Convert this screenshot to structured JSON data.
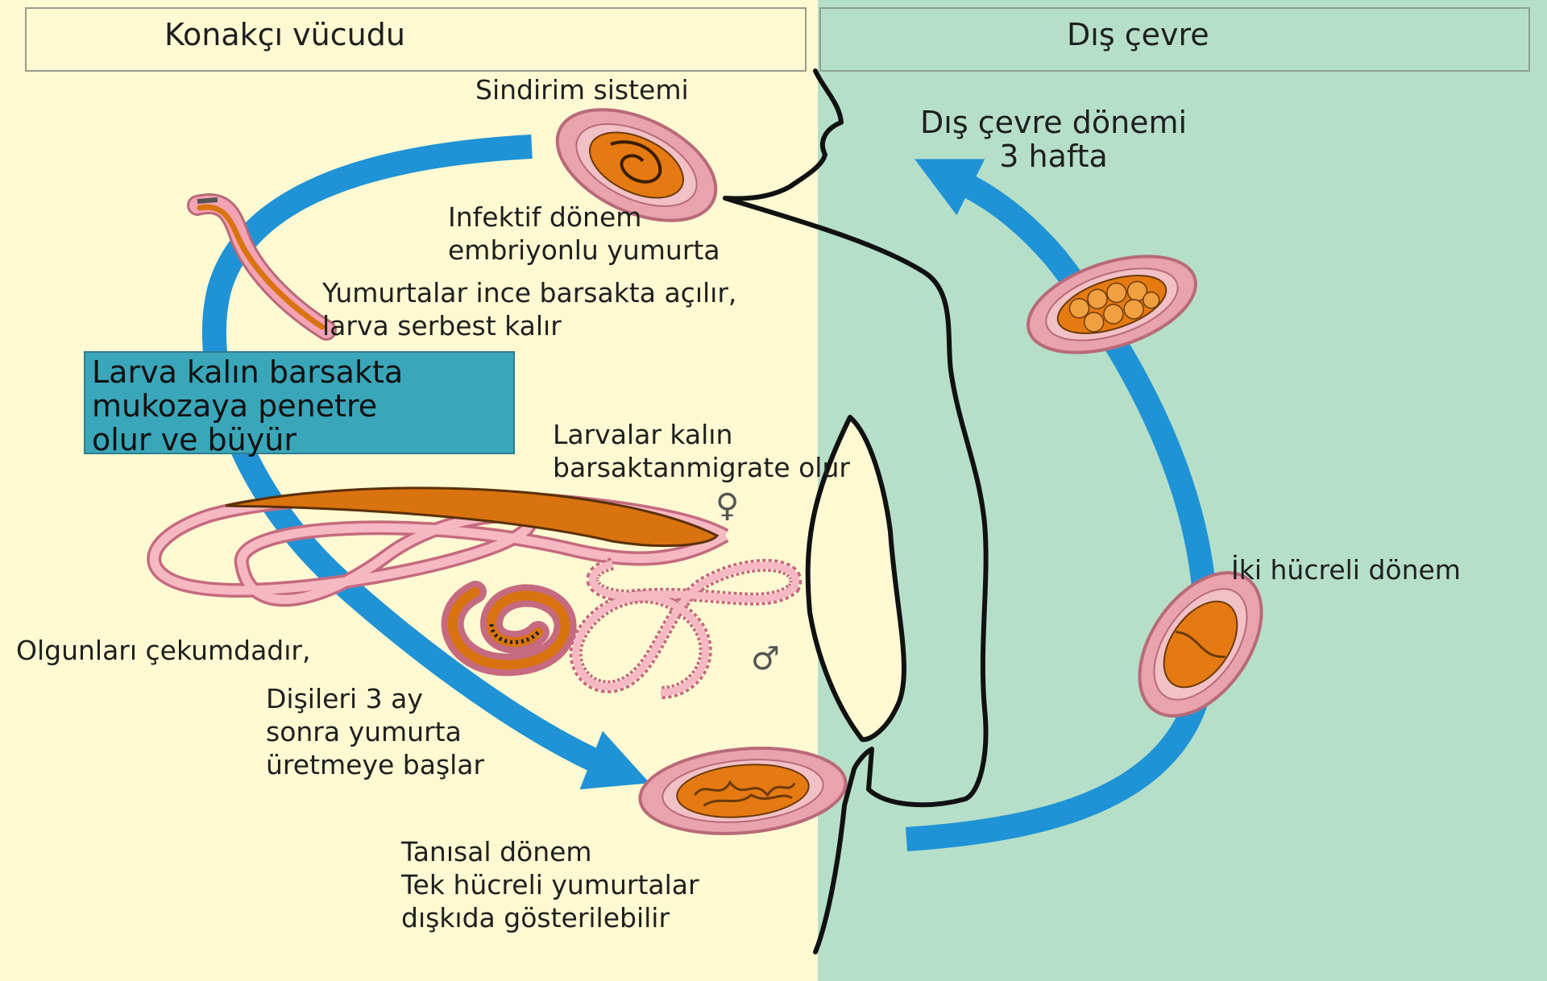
{
  "header": {
    "host_body": "Konakçı vücudu",
    "environment": "Dış çevre"
  },
  "labels": {
    "digestive_system": "Sindirim sistemi",
    "infective_stage": "Infektif dönem\nembriyonlu yumurta",
    "eggs_hatch": "Yumurtalar ince barsakta açılır,\nlarva serbest kalır",
    "larva_penetrate": "Larva kalın barsakta\nmukozaya penetre\nolur ve büyür",
    "larvae_migrate": "Larvalar kalın\nbarsaktanmigrate olur",
    "adults_cecum": "Olgunları çekumdadır,",
    "females_produce": "Dişileri 3 ay\nsonra yumurta\nüretmeye başlar",
    "diagnostic_stage": "Tanısal dönem\nTek hücreli yumurtalar\ndışkıda gösterilebilir",
    "environment_stage": "Dış çevre dönemi\n3 hafta",
    "two_cell_stage": "İki hücreli dönem",
    "female_symbol": "♀",
    "male_symbol": "♂"
  },
  "colors": {
    "host_bg": "#fdf9d2",
    "environment_bg": "#b6dfc9",
    "arrow": "#1f93d6",
    "egg_shell": "#e9a3ad",
    "egg_core": "#e57a12",
    "worm_pink": "#f3a3b3",
    "worm_orange": "#d9730f",
    "body_outline": "#111111"
  }
}
